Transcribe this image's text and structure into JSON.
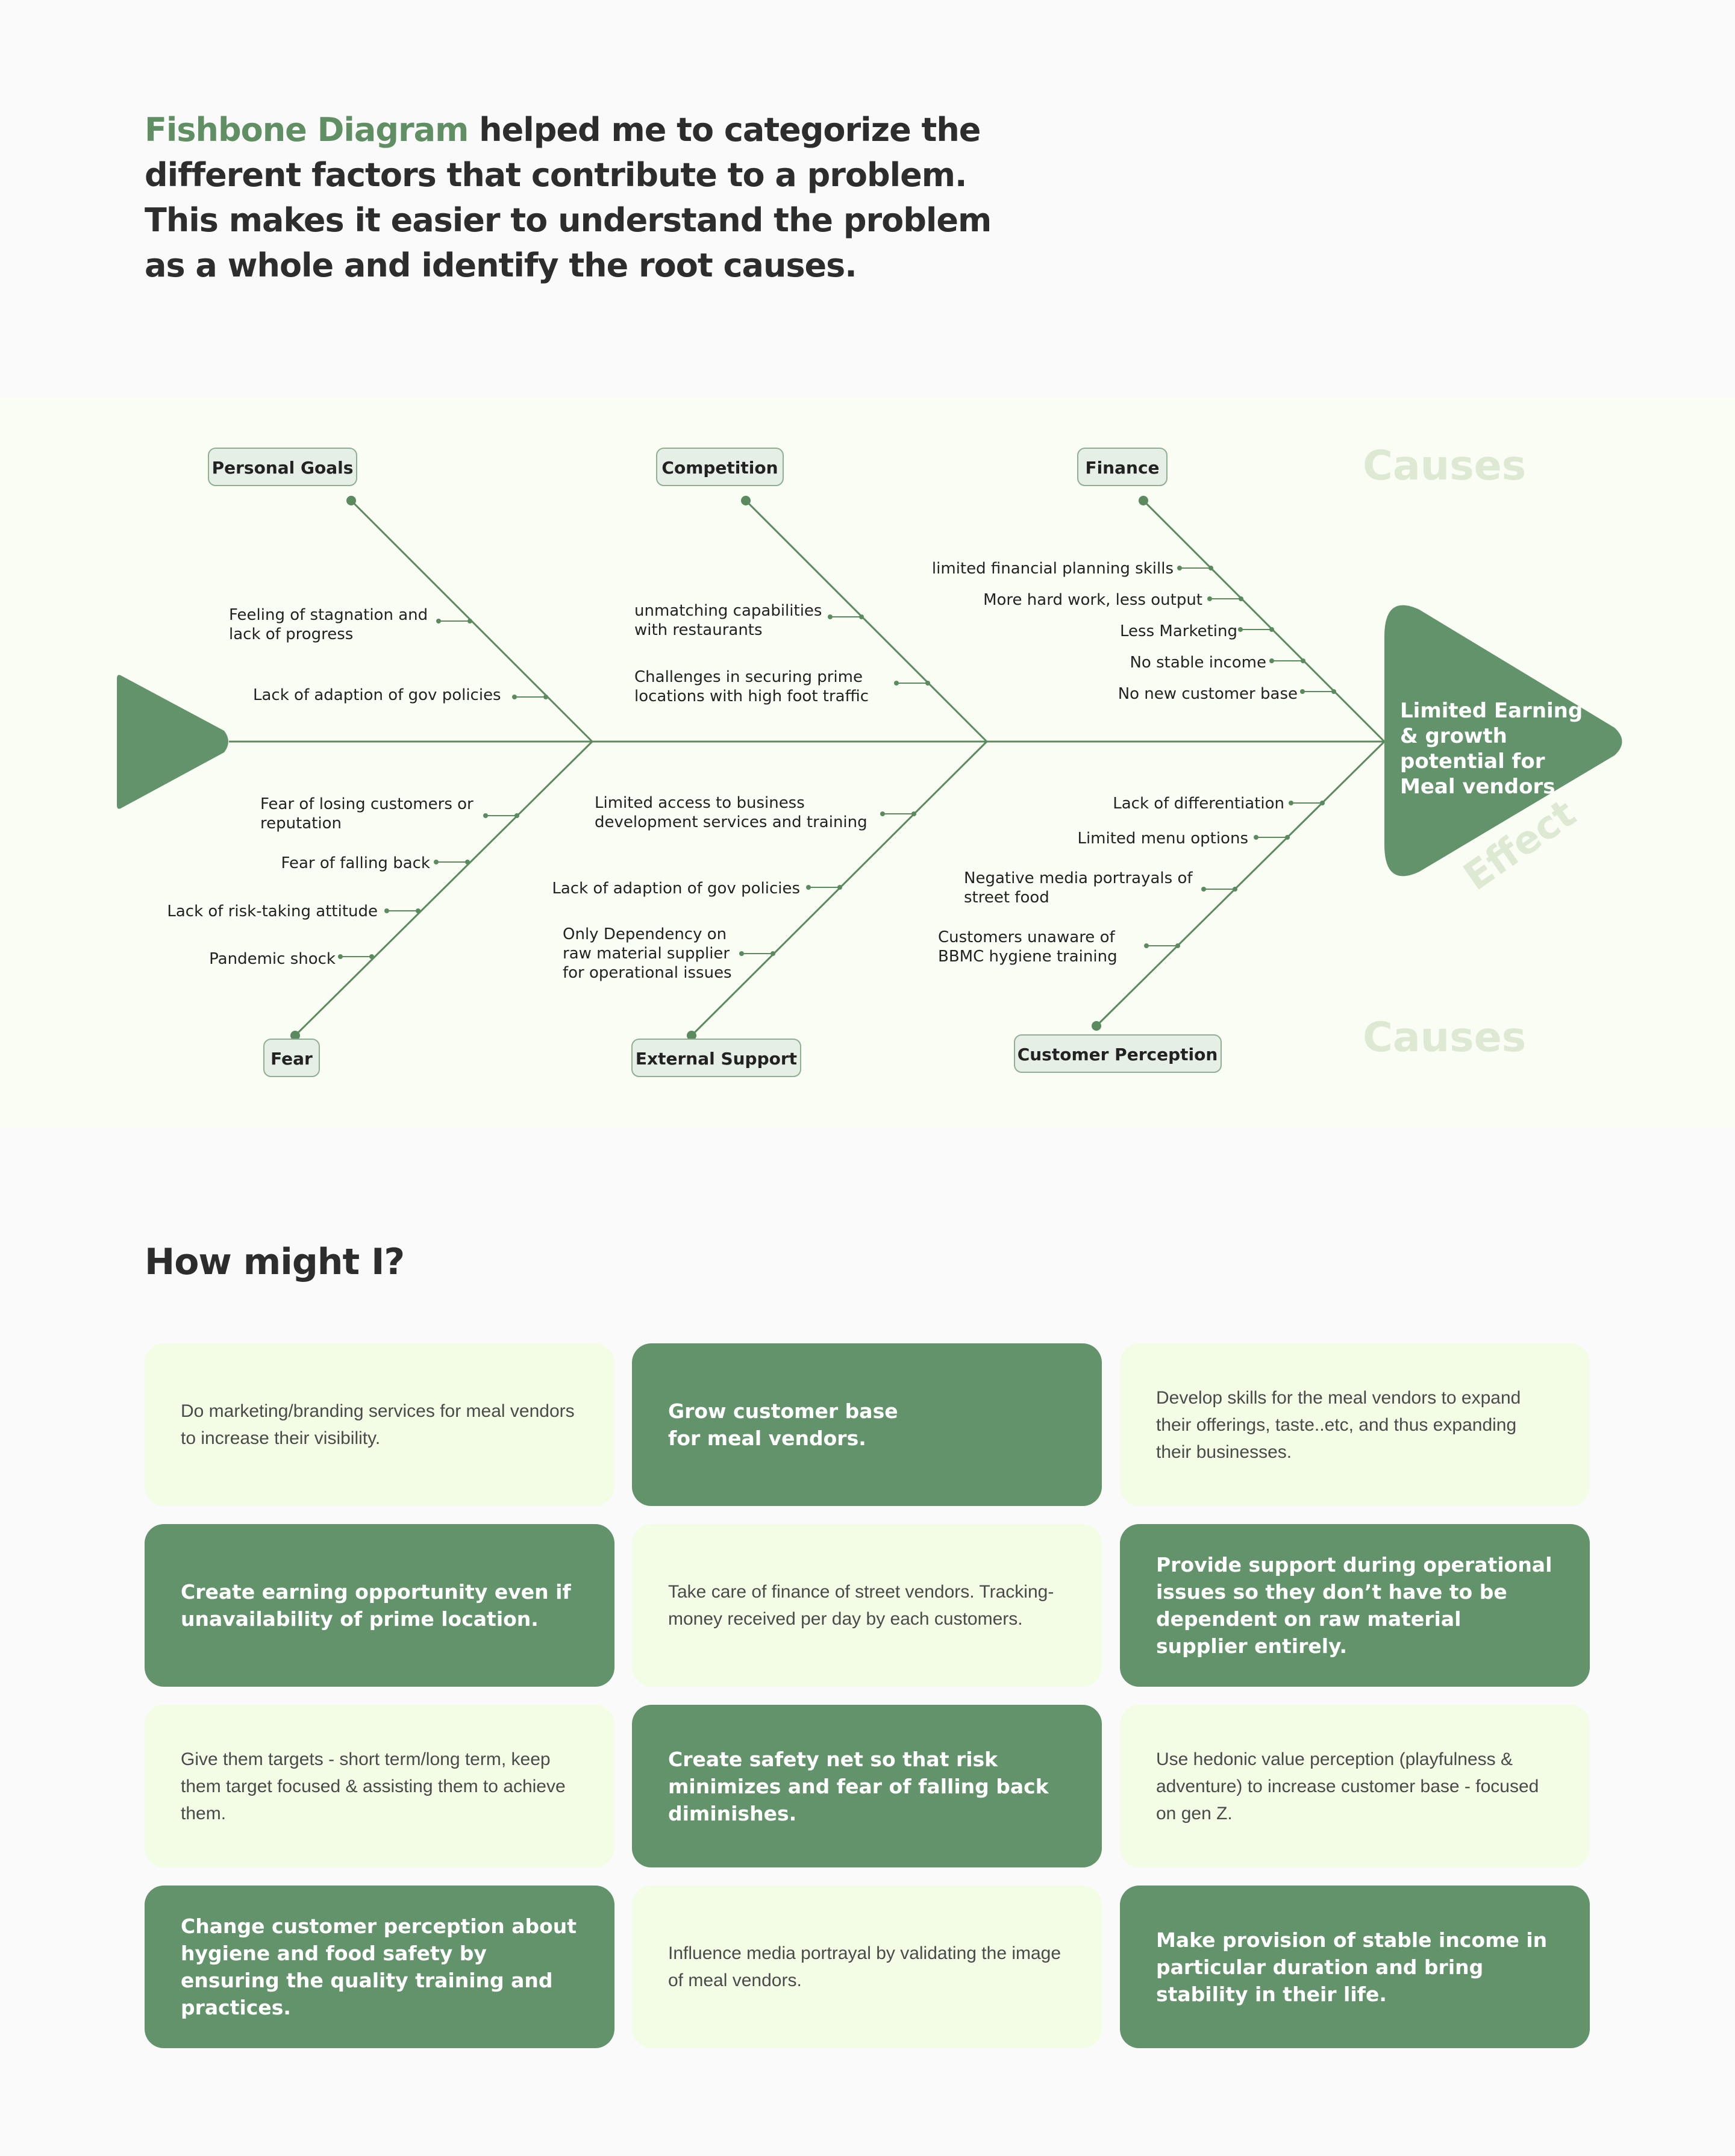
{
  "intro": {
    "highlight": "Fishbone Diagram",
    "rest": " helped me to categorize the different factors that contribute to a problem. This makes it easier to understand the problem as a whole and identify the root causes."
  },
  "fishbone": {
    "causes_label_top": "Causes",
    "causes_label_bottom": "Causes",
    "effect_label": "Effect",
    "effect_text": [
      "Limited Earning",
      "& growth",
      "potential for",
      "Meal vendors"
    ],
    "categories": {
      "personal_goals": "Personal Goals",
      "competition": "Competition",
      "finance": "Finance",
      "fear": "Fear",
      "external_support": "External Support",
      "customer_perception": "Customer Perception"
    },
    "personal_goals_causes": [
      [
        "Feeling of stagnation and",
        "lack of progress"
      ],
      [
        "Lack of adaption of gov policies"
      ]
    ],
    "competition_causes": [
      [
        "unmatching capabilities",
        "with restaurants"
      ],
      [
        "Challenges in securing prime",
        "locations with high foot traffic"
      ]
    ],
    "finance_causes": [
      [
        "limited financial planning skills"
      ],
      [
        "More hard work, less output"
      ],
      [
        "Less Marketing"
      ],
      [
        "No stable income"
      ],
      [
        "No new customer base"
      ]
    ],
    "fear_causes": [
      [
        "Fear of losing customers or",
        "reputation"
      ],
      [
        "Fear of falling back"
      ],
      [
        "Lack of risk-taking attitude"
      ],
      [
        "Pandemic shock"
      ]
    ],
    "external_support_causes": [
      [
        "Limited access to business",
        "development services and training"
      ],
      [
        "Lack of adaption of gov policies"
      ],
      [
        "Only Dependency on",
        "raw material supplier",
        "for operational issues"
      ]
    ],
    "customer_perception_causes": [
      [
        "Lack of differentiation"
      ],
      [
        "Limited menu options"
      ],
      [
        "Negative media portrayals of",
        "street food"
      ],
      [
        "Customers unaware of",
        "BBMC hygiene training"
      ]
    ]
  },
  "hmw": {
    "title": "How might I?",
    "cards": [
      {
        "text": "Do marketing/branding services for meal vendors to increase their visibility.",
        "style": "light"
      },
      {
        "text": "Grow customer base\nfor meal vendors.",
        "style": "dark"
      },
      {
        "text": "Develop skills for the meal vendors to expand their offerings, taste..etc, and thus expanding their businesses.",
        "style": "light"
      },
      {
        "text": "Create earning opportunity even if unavailability of prime location.",
        "style": "dark"
      },
      {
        "text": "Take care of finance of  street vendors. Tracking- money received per day by each customers.",
        "style": "light"
      },
      {
        "text": "Provide support during operational issues so they don’t have to be dependent on raw material supplier entirely.",
        "style": "dark"
      },
      {
        "text": "Give them targets - short term/long term, keep them target focused & assisting them to achieve them.",
        "style": "light"
      },
      {
        "text": "Create safety net so that risk minimizes and fear of falling back diminishes.",
        "style": "dark"
      },
      {
        "text": "Use hedonic value perception (playfulness & adventure) to increase customer base - focused on gen Z.",
        "style": "light"
      },
      {
        "text": "Change customer perception about hygiene and food safety by ensuring the quality training and practices.",
        "style": "dark"
      },
      {
        "text": "Influence media portrayal by validating the image of meal vendors.",
        "style": "light"
      },
      {
        "text": "Make provision of stable income in particular duration and bring stability in their life.",
        "style": "dark"
      }
    ]
  },
  "colors": {
    "accent_green": "#63936a",
    "bone_green": "#5a8a5e",
    "light_card": "#f3fde5",
    "label_bg": "#e6efe6",
    "watermark": "#dde9d3"
  }
}
